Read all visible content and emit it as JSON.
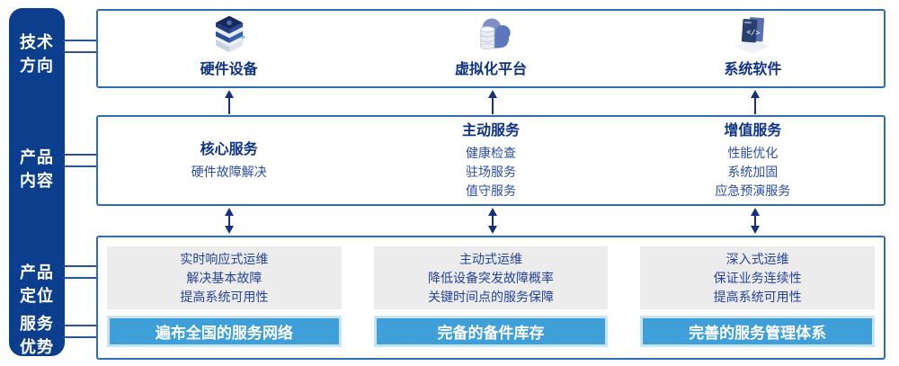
{
  "colors": {
    "sidebar_bg": "#0C3E8E",
    "box_border": "#2E6DB4",
    "title_text": "#0D3286",
    "body_text": "#2A4DA5",
    "arrow": "#14307E",
    "gray_panel_bg": "#ECECEC",
    "gray_panel_text": "#24439C",
    "bar_bg": "#3F9FD8",
    "bar_halo": "#C9E4F5",
    "bar_text": "#FFFFFF",
    "icon_accent_cyan": "#72CDE9",
    "icon_navy": "#16295B",
    "icon_blue": "#3B63AD",
    "icon_slate": "#5C77BA"
  },
  "sidebar": {
    "items": [
      {
        "label": "技术方向",
        "lines": [
          "技术",
          "方向"
        ]
      },
      {
        "label": "产品内容",
        "lines": [
          "产品",
          "内容"
        ]
      },
      {
        "label": "产品定位",
        "lines": [
          "产品",
          "定位"
        ]
      },
      {
        "label": "服务优势",
        "lines": [
          "服务",
          "优势"
        ]
      }
    ]
  },
  "tech_row": {
    "items": [
      {
        "label": "硬件设备",
        "icon": "server-stack-icon"
      },
      {
        "label": "虚拟化平台",
        "icon": "cloud-database-icon"
      },
      {
        "label": "系统软件",
        "icon": "software-window-icon"
      }
    ]
  },
  "content_row": {
    "columns": [
      {
        "title": "核心服务",
        "items": [
          "硬件故障解决"
        ]
      },
      {
        "title": "主动服务",
        "items": [
          "健康检查",
          "驻场服务",
          "值守服务"
        ]
      },
      {
        "title": "增值服务",
        "items": [
          "性能优化",
          "系统加固",
          "应急预演服务"
        ]
      }
    ]
  },
  "position_row": {
    "columns": [
      {
        "lines": [
          "实时响应式运维",
          "解决基本故障",
          "提高系统可用性"
        ],
        "bar": "遍布全国的服务网络"
      },
      {
        "lines": [
          "主动式运维",
          "降低设备突发故障概率",
          "关键时间点的服务保障"
        ],
        "bar": "完备的备件库存"
      },
      {
        "lines": [
          "深入式运维",
          "保证业务连续性",
          "提高系统可用性"
        ],
        "bar": "完善的服务管理体系"
      }
    ]
  }
}
